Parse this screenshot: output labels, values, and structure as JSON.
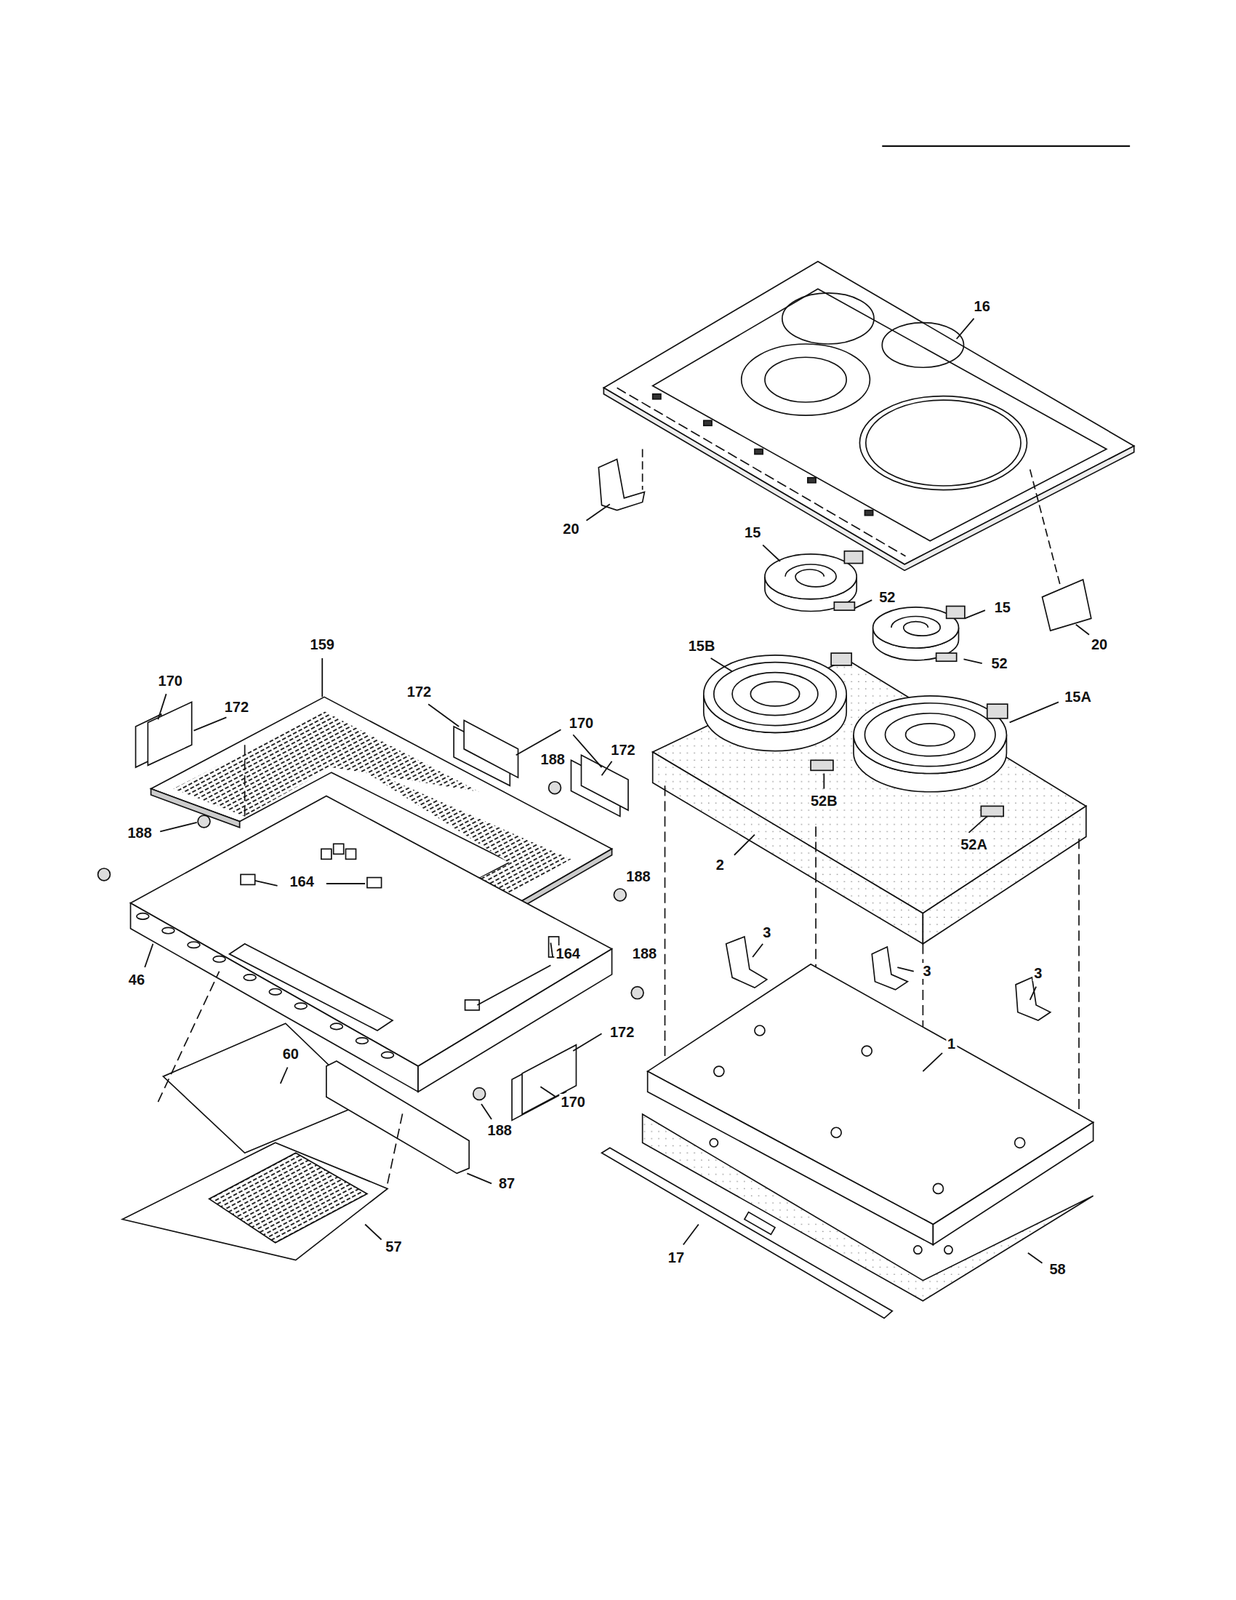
{
  "diagram": {
    "labels": [
      "16",
      "20",
      "15",
      "52",
      "15",
      "20",
      "52",
      "159",
      "170",
      "172",
      "172",
      "170",
      "15B",
      "15A",
      "188",
      "172",
      "188",
      "52B",
      "52A",
      "164",
      "2",
      "188",
      "164",
      "188",
      "46",
      "3",
      "3",
      "3",
      "1",
      "172",
      "60",
      "170",
      "188",
      "87",
      "57",
      "17",
      "58"
    ]
  }
}
